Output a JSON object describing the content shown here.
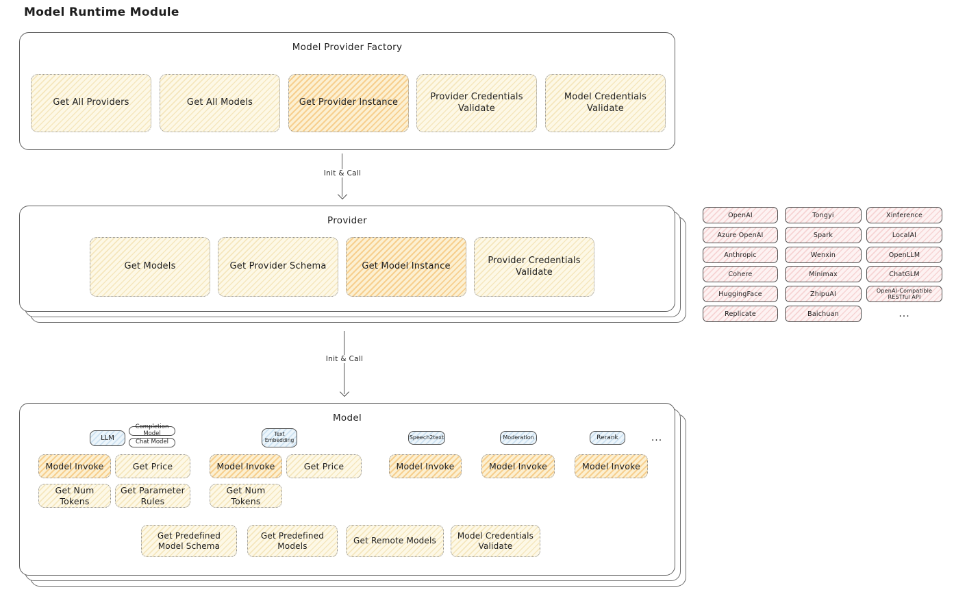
{
  "title": "Model Runtime Module",
  "arrow_label_1": "Init & Call",
  "arrow_label_2": "Init & Call",
  "factory": {
    "title": "Model Provider Factory",
    "boxes": [
      {
        "label": "Get All Providers"
      },
      {
        "label": "Get All Models"
      },
      {
        "label": "Get Provider Instance"
      },
      {
        "label": "Provider Credentials Validate"
      },
      {
        "label": "Model Credentials Validate"
      }
    ]
  },
  "provider": {
    "title": "Provider",
    "boxes": [
      {
        "label": "Get Models"
      },
      {
        "label": "Get Provider Schema"
      },
      {
        "label": "Get Model Instance"
      },
      {
        "label": "Provider Credentials Validate"
      }
    ]
  },
  "providers_panel": {
    "col1": [
      "OpenAI",
      "Azure OpenAI",
      "Anthropic",
      "Cohere",
      "HuggingFace",
      "Replicate"
    ],
    "col2": [
      "Tongyi",
      "Spark",
      "Wenxin",
      "Minimax",
      "ZhipuAI",
      "Baichuan"
    ],
    "col3": [
      "Xinference",
      "LocalAI",
      "OpenLLM",
      "ChatGLM",
      "OpenAI-Compatible RESTful API"
    ],
    "more": "..."
  },
  "model": {
    "title": "Model",
    "tags": {
      "llm": "LLM",
      "completion": "Completion Model",
      "chat": "Chat Model",
      "text_embedding": "Text Embedding",
      "speech2text": "Speech2text",
      "moderation": "Moderation",
      "rerank": "Rerank",
      "more": "..."
    },
    "llm": {
      "invoke": "Model Invoke",
      "price": "Get Price",
      "tokens": "Get Num Tokens",
      "rules": "Get Parameter Rules"
    },
    "text_embedding": {
      "invoke": "Model Invoke",
      "price": "Get Price",
      "tokens": "Get Num Tokens"
    },
    "speech2text": {
      "invoke": "Model Invoke"
    },
    "moderation": {
      "invoke": "Model Invoke"
    },
    "rerank": {
      "invoke": "Model Invoke"
    },
    "common": [
      "Get Predefined Model Schema",
      "Get Predefined Models",
      "Get Remote Models",
      "Model Credentials Validate"
    ]
  },
  "colors": {
    "yellow_fill": "#fdf8e6",
    "orange_fill": "#fbdda2",
    "pink_fill": "#fdf2f2",
    "blue_fill": "#ecf5fb",
    "border": "#5c5c5c"
  }
}
